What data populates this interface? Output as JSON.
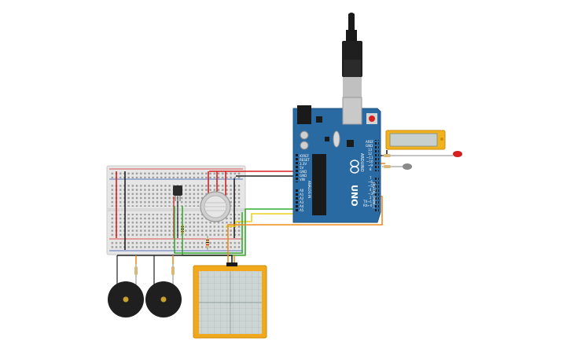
{
  "circuit": {
    "board": {
      "brand": "ARDUINO",
      "model": "UNO",
      "digital_label": "DIGITAL (PWM~)",
      "analog_label": "ANALOG IN",
      "power_pins": [
        "IOREF",
        "RESET",
        "3.3V",
        "5V",
        "GND",
        "GND",
        "VIN"
      ],
      "analog_pins": [
        "A0",
        "A1",
        "A2",
        "A3",
        "A4",
        "A5"
      ],
      "digital_pins": [
        "AREF",
        "GND",
        "13",
        "12",
        "~11",
        "~10",
        "~9",
        "8",
        "7",
        "~6",
        "~5",
        "4",
        "~3",
        "2",
        "TX→1",
        "RX←0"
      ],
      "color": "#2a6aa3"
    },
    "components": [
      {
        "name": "usb-cable",
        "color": "#1a1a1a"
      },
      {
        "name": "lcd-module",
        "color": "#f2b21b"
      },
      {
        "name": "red-led",
        "color": "#d62020"
      },
      {
        "name": "gray-led",
        "color": "#8a8a8a"
      },
      {
        "name": "gas-sensor",
        "color": "#d9d9d9"
      },
      {
        "name": "temperature-sensor",
        "color": "#2b2b2b"
      },
      {
        "name": "piezo-buzzer-1",
        "color": "#1f1f1f"
      },
      {
        "name": "piezo-buzzer-2",
        "color": "#1f1f1f"
      },
      {
        "name": "keypad-touch-panel",
        "color": "#f2a81b"
      }
    ],
    "wire_colors": {
      "red": "#d62020",
      "black": "#222222",
      "green": "#3aaa35",
      "yellow": "#e8d21b",
      "orange": "#f08c1e"
    }
  }
}
